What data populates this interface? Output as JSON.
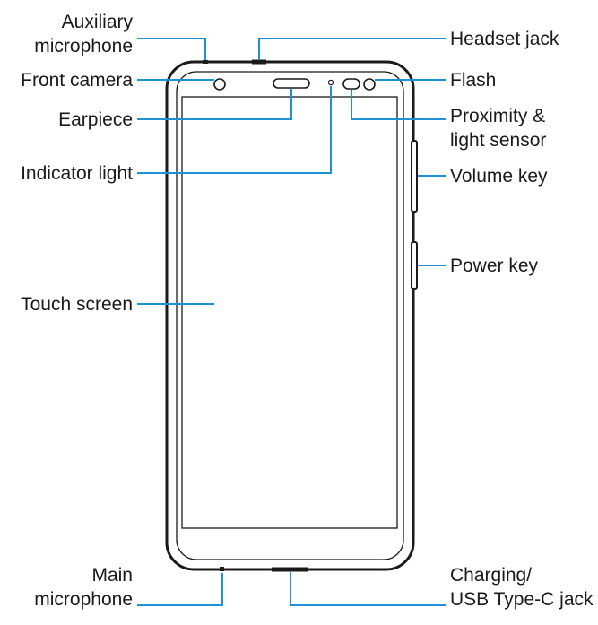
{
  "labels": {
    "aux_mic_1": "Auxiliary",
    "aux_mic_2": "microphone",
    "front_camera": "Front camera",
    "earpiece": "Earpiece",
    "indicator_light": "Indicator light",
    "touch_screen": "Touch screen",
    "main_mic_1": "Main",
    "main_mic_2": "microphone",
    "headset_jack": "Headset jack",
    "flash": "Flash",
    "proximity_1": "Proximity &",
    "proximity_2": "light sensor",
    "volume_key": "Volume key",
    "power_key": "Power key",
    "charging_1": "Charging/",
    "charging_2": "USB Type-C jack"
  },
  "colors": {
    "leader_line": "#1e90d6",
    "outline": "#1a1a1a",
    "label_text": "#1a1a1a"
  }
}
